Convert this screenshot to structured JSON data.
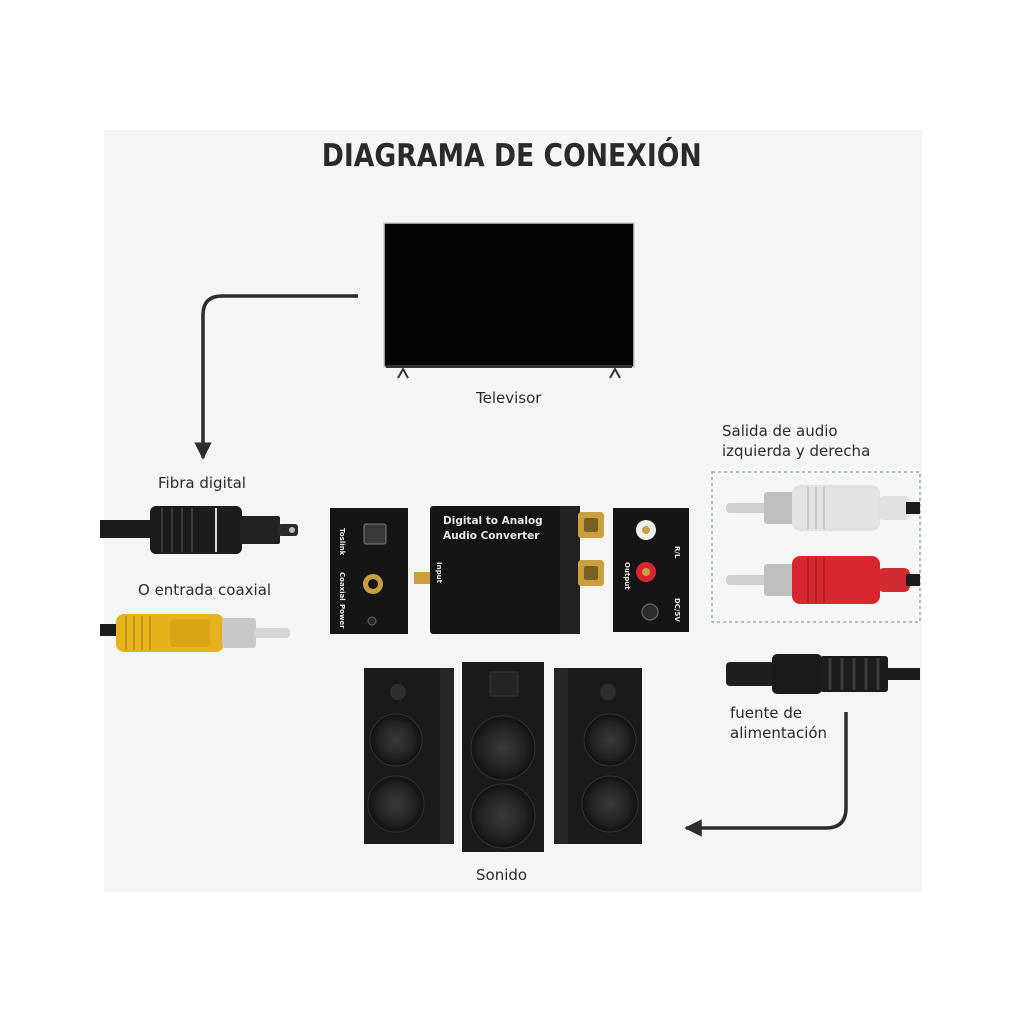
{
  "title": "DIAGRAMA DE CONEXIÓN",
  "labels": {
    "tv": "Televisor",
    "fiber": "Fibra digital",
    "coax": "O entrada coaxial",
    "audio_out_1": "Salida de audio",
    "audio_out_2": "izquierda y derecha",
    "power_1": "fuente de",
    "power_2": "alimentación",
    "sound": "Sonido"
  },
  "device": {
    "name_1": "Digital to Analog",
    "name_2": "Audio Converter",
    "input_port": "Input",
    "toslink": "Toslink",
    "coaxial": "Coaxial",
    "power": "Power",
    "output": "Output",
    "rl": "R/L",
    "dc": "DC/5V"
  },
  "colors": {
    "panel": "#f5f5f5",
    "arrow": "#2d2d2d",
    "rca_yellow": "#e6b21c",
    "rca_red": "#d7262e",
    "rca_white": "#dcdcdc",
    "device_body": "#141414",
    "gold": "#c9a040"
  }
}
